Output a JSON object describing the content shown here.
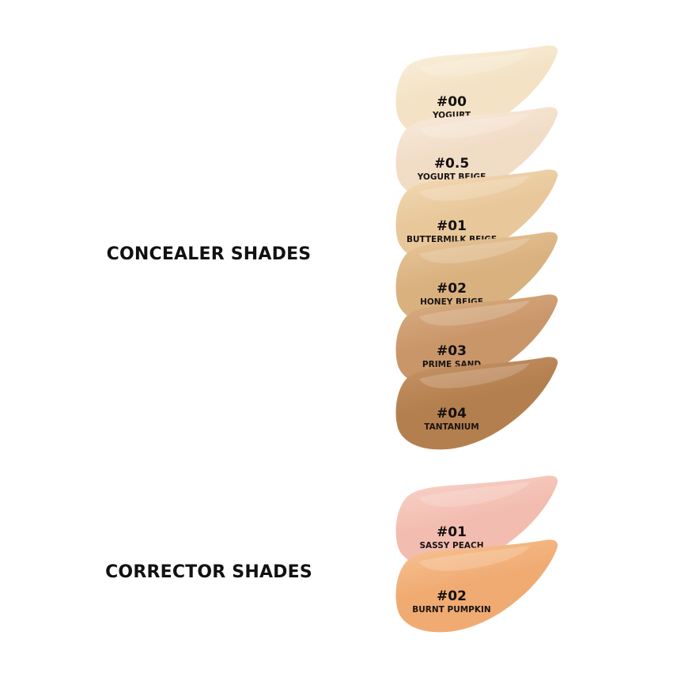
{
  "sections": [
    {
      "title": "CONCEALER SHADES",
      "shades": [
        {
          "code": "#00",
          "name": "YOGURT",
          "color": "#f3e2c4",
          "highlight": "#fbf1de"
        },
        {
          "code": "#0.5",
          "name": "YOGURT BEIGE",
          "color": "#f1dcc6",
          "highlight": "#faece0"
        },
        {
          "code": "#01",
          "name": "BUTTERMILK BEIGE",
          "color": "#e8c79a",
          "highlight": "#f4dcb8"
        },
        {
          "code": "#02",
          "name": "HONEY BEIGE",
          "color": "#d9b17f",
          "highlight": "#e9c89d"
        },
        {
          "code": "#03",
          "name": "PRIME SAND",
          "color": "#c9966a",
          "highlight": "#dbb085"
        },
        {
          "code": "#04",
          "name": "TANTANIUM",
          "color": "#b47f4e",
          "highlight": "#c8966a"
        }
      ]
    },
    {
      "title": "CORRECTOR SHADES",
      "shades": [
        {
          "code": "#01",
          "name": "SASSY PEACH",
          "color": "#f2bdb0",
          "highlight": "#fad4ca"
        },
        {
          "code": "#02",
          "name": "BURNT PUMPKIN",
          "color": "#f0ab73",
          "highlight": "#f8c597"
        }
      ]
    }
  ]
}
